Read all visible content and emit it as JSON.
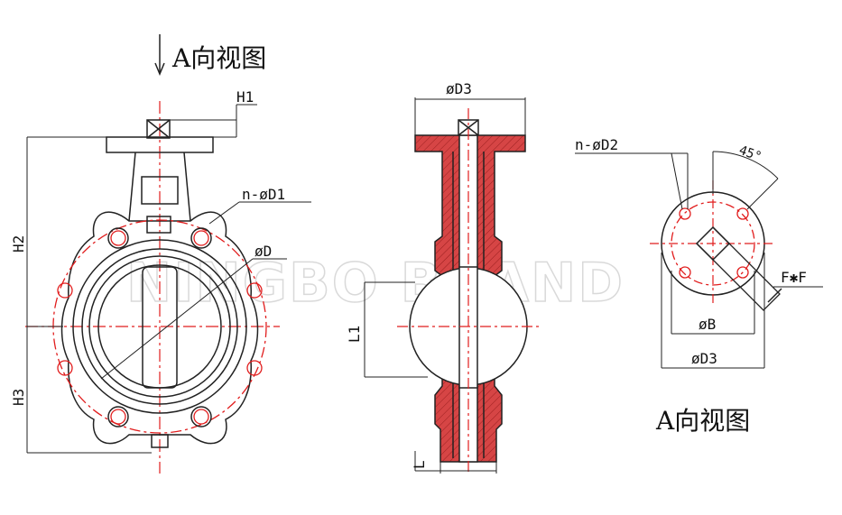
{
  "watermark": "NINGBO BRAND",
  "colors": {
    "line": "#222222",
    "center": "#e11d1d",
    "section": "#d64545"
  },
  "front_view": {
    "title": "A向视图",
    "labels": {
      "h1": "H1",
      "h2": "H2",
      "h3": "H3",
      "n_d1": "n-øD1",
      "d": "øD"
    }
  },
  "side_view": {
    "labels": {
      "d3": "øD3",
      "l1": "L1",
      "l": "L"
    }
  },
  "top_view": {
    "title": "A向视图",
    "labels": {
      "n_d2": "n-øD2",
      "angle": "45°",
      "ff": "F✱F",
      "b": "øB",
      "d3": "øD3"
    }
  }
}
